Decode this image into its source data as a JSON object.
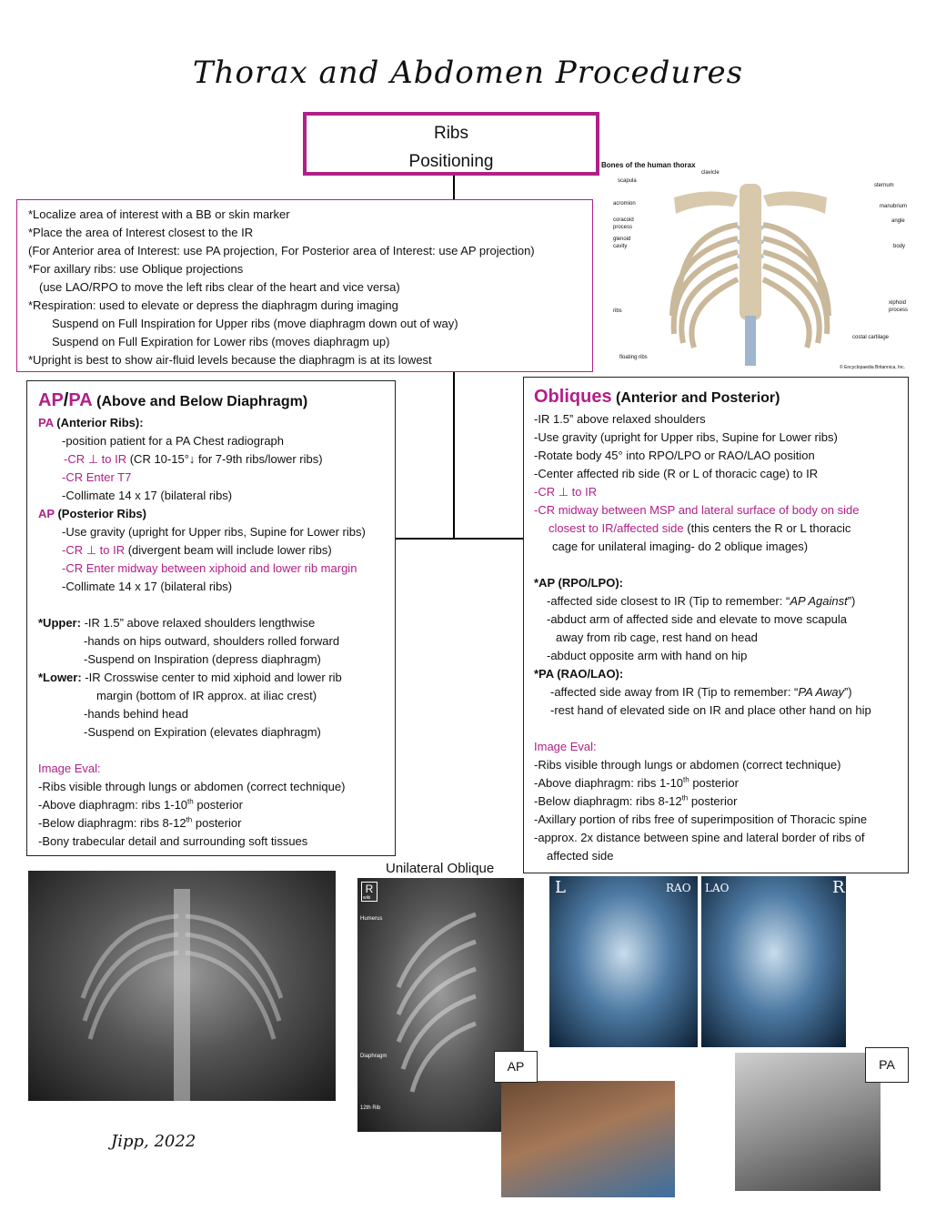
{
  "title": "Thorax and Abdomen Procedures",
  "ribs_box": {
    "line1": "Ribs",
    "line2": "Positioning"
  },
  "intro": [
    "*Localize area of interest with a BB or skin marker",
    "*Place the area of Interest closest to the IR",
    " (For Anterior area of Interest: use PA projection, For Posterior area of Interest: use AP projection)",
    "*For axillary ribs: use Oblique projections",
    "(use LAO/RPO to move the left ribs clear of the heart and vice versa)",
    "*Respiration:  used to elevate or depress the diaphragm during imaging",
    "Suspend on Full Inspiration for Upper ribs (move diaphragm down out of way)",
    "Suspend on Full Expiration for Lower ribs (moves diaphragm up)",
    "*Upright is best to show air-fluid levels because the diaphragm is at its lowest"
  ],
  "left": {
    "h_ap": "AP",
    "h_slash": "/",
    "h_pa": "PA",
    "h_sub": " (Above and Below Diaphragm)",
    "pa_label": "PA",
    "pa_sub": " (Anterior Ribs):",
    "pa1": "-position patient for a PA Chest radiograph",
    "pa2a": "-CR ⊥ to IR",
    "pa2b": "    (CR 10-15°↓ for 7-9th ribs/lower ribs)",
    "pa3": "-CR Enter T7",
    "pa4": "-Collimate 14 x 17 (bilateral ribs)",
    "ap_label": "AP",
    "ap_sub": " (Posterior Ribs)",
    "ap1": "-Use gravity (upright for Upper ribs, Supine for Lower ribs)",
    "ap2a": "-CR ⊥ to IR",
    "ap2b": "    (divergent beam will include lower ribs)",
    "ap3": "-CR Enter midway between xiphoid and lower rib margin",
    "ap4": "-Collimate 14 x 17 (bilateral ribs)",
    "up_label": "*Upper:",
    "up1": " -IR 1.5” above relaxed shoulders lengthwise",
    "up2": "-hands on hips outward, shoulders rolled forward",
    "up3": "-Suspend on Inspiration (depress diaphragm)",
    "lo_label": "*Lower:",
    "lo1": " -IR Crosswise center to mid xiphoid and lower rib",
    "lo2": "margin (bottom of IR approx. at iliac crest)",
    "lo3": "-hands behind head",
    "lo4": "-Suspend on Expiration (elevates diaphragm)",
    "eval_label": "Image Eval:",
    "ev1": "-Ribs visible through lungs or abdomen (correct technique)",
    "ev2a": "-Above diaphragm: ribs 1-10",
    "ev2s": "th",
    "ev2b": " posterior",
    "ev3a": "-Below diaphragm: ribs 8-12",
    "ev3s": "th",
    "ev3b": " posterior",
    "ev4": "-Bony trabecular detail and surrounding soft tissues"
  },
  "right": {
    "h": "Obliques",
    "h_sub": " (Anterior and Posterior)",
    "r1": "-IR 1.5” above relaxed shoulders",
    "r2": "-Use gravity (upright for Upper ribs, Supine for Lower ribs)",
    "r3": "-Rotate body 45° into RPO/LPO or RAO/LAO position",
    "r4": "-Center affected rib side (R or L of thoracic cage) to IR",
    "r5": "-CR ⊥ to IR",
    "r6": "-CR midway between MSP and lateral surface of body on side",
    "r7a": "closest to IR/affected side",
    "r7b": " (this centers the R or L thoracic",
    "r8": "cage for unilateral imaging- do 2 oblique images)",
    "ap_label": "*AP (RPO/LPO):",
    "ap1a": "-affected side closest to IR (Tip to remember: “",
    "ap1b": "AP Against",
    "ap1c": "”)",
    "ap2": "-abduct arm of affected side and elevate to move scapula",
    "ap3": "away from rib cage, rest hand on head",
    "ap4": "-abduct opposite arm with hand on hip",
    "pa_label": "*PA (RAO/LAO):",
    "pa1a": "-affected side away from IR (Tip to remember: “",
    "pa1b": "PA Away",
    "pa1c": "”)",
    "pa2": "-rest hand of elevated side on IR and place other hand on hip",
    "eval_label": "Image Eval:",
    "ev1": "-Ribs visible through lungs or abdomen (correct technique)",
    "ev2a": "-Above diaphragm: ribs 1-10",
    "ev2s": "th",
    "ev2b": " posterior",
    "ev3a": "-Below diaphragm: ribs 8-12",
    "ev3s": "th",
    "ev3b": " posterior",
    "ev4": "-Axillary portion of ribs free of superimposition of Thoracic spine",
    "ev5": "-approx. 2x distance between spine and lateral border of ribs of",
    "ev6": "affected side"
  },
  "thorax_fig": {
    "title": "Bones of the human thorax",
    "scapula": "scapula",
    "clavicle": "clavicle",
    "sternum": "sternum",
    "acromion": "acromion",
    "coracoid": "coracoid",
    "process": "process",
    "glenoid": "glenoid",
    "cavity": "cavity",
    "manubrium": "manubrium",
    "angle": "angle",
    "body": "body",
    "xiphoid": "xiphoid",
    "xprocess": "process",
    "ribs": "ribs",
    "floating": "floating ribs",
    "costal": "costal cartilage",
    "credit": "© Encyclopaedia Britannica, Inc."
  },
  "oblique_label": "Unilateral Oblique",
  "oblique_fig": {
    "r_marker": "R",
    "wiki": "wiki",
    "humerus": "Humerus",
    "diaphragm": "Diaphragm",
    "rib12": "12th Rib"
  },
  "rao_lao": {
    "l": "L",
    "rao": "RAO",
    "lao": "LAO",
    "r": "R"
  },
  "ap_tag": "AP",
  "pa_tag": "PA",
  "signature": "Jipp, 2022",
  "colors": {
    "accent": "#b0208a"
  }
}
